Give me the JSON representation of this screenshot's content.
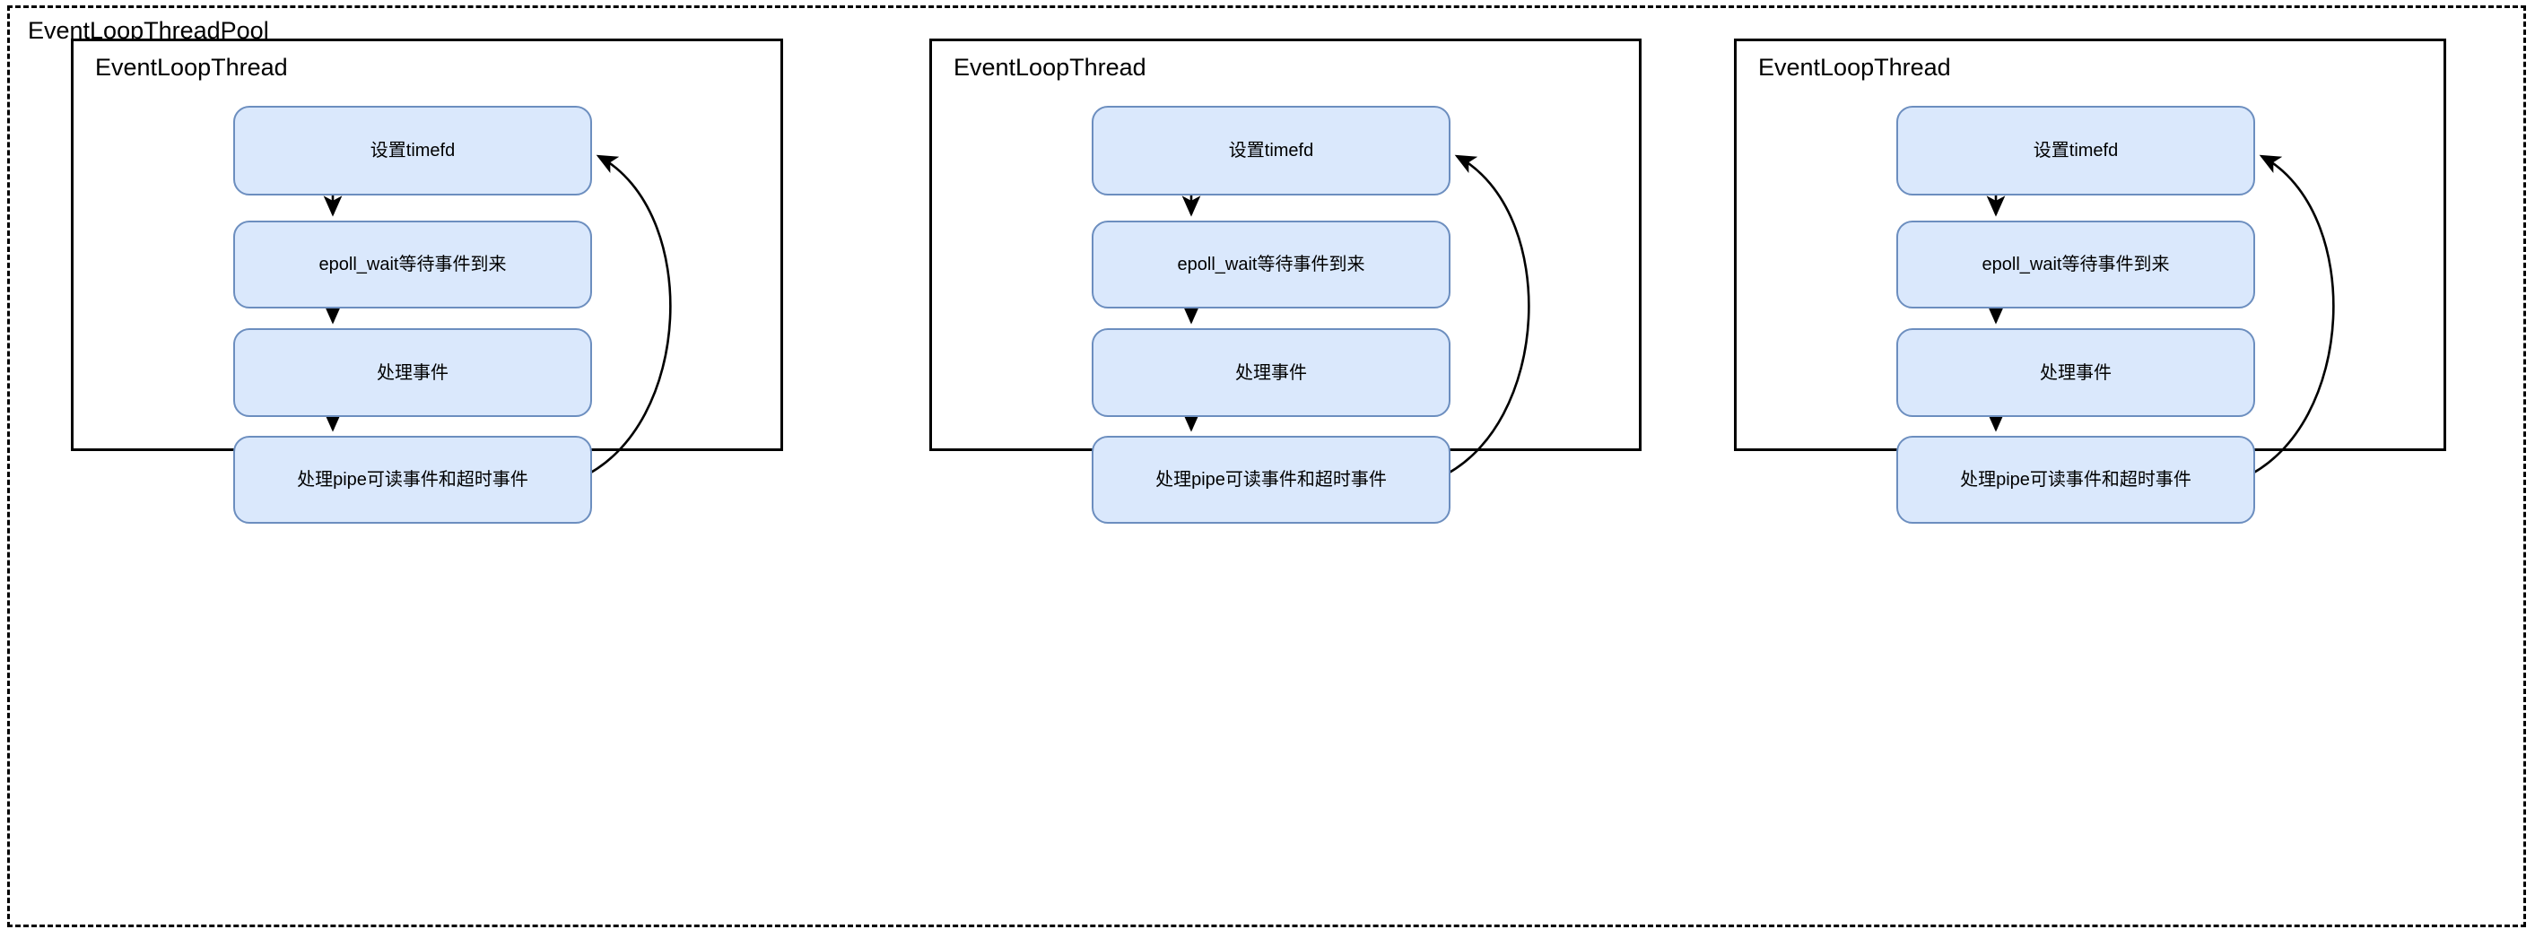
{
  "diagram": {
    "type": "flowchart",
    "pool": {
      "label": "EventLoopThreadPool",
      "border_style": "dashed",
      "border_color": "#000000",
      "background": "#ffffff"
    },
    "node_style": {
      "fill": "#dae8fc",
      "stroke": "#6c8ebf",
      "text_color": "#000000",
      "shape": "rounded-rectangle"
    },
    "edge_style": {
      "stroke": "#000000",
      "arrowhead": "filled-triangle"
    },
    "groups": [
      {
        "label": "EventLoopThread",
        "nodes": [
          {
            "id": "set-timerfd",
            "label": "设置timefd"
          },
          {
            "id": "epoll-wait",
            "label": "epoll_wait等待事件到来"
          },
          {
            "id": "handle-events",
            "label": "处理事件"
          },
          {
            "id": "handle-pipe-timeout",
            "label": "处理pipe可读事件和超时事件"
          }
        ],
        "edges": [
          {
            "from": "set-timerfd",
            "to": "epoll-wait",
            "kind": "straight"
          },
          {
            "from": "epoll-wait",
            "to": "handle-events",
            "kind": "straight"
          },
          {
            "from": "handle-events",
            "to": "handle-pipe-timeout",
            "kind": "straight"
          },
          {
            "from": "handle-pipe-timeout",
            "to": "set-timerfd",
            "kind": "curved-loopback"
          }
        ]
      },
      {
        "label": "EventLoopThread",
        "nodes": [
          {
            "id": "set-timerfd",
            "label": "设置timefd"
          },
          {
            "id": "epoll-wait",
            "label": "epoll_wait等待事件到来"
          },
          {
            "id": "handle-events",
            "label": "处理事件"
          },
          {
            "id": "handle-pipe-timeout",
            "label": "处理pipe可读事件和超时事件"
          }
        ],
        "edges": [
          {
            "from": "set-timerfd",
            "to": "epoll-wait",
            "kind": "straight"
          },
          {
            "from": "epoll-wait",
            "to": "handle-events",
            "kind": "straight"
          },
          {
            "from": "handle-events",
            "to": "handle-pipe-timeout",
            "kind": "straight"
          },
          {
            "from": "handle-pipe-timeout",
            "to": "set-timerfd",
            "kind": "curved-loopback"
          }
        ]
      },
      {
        "label": "EventLoopThread",
        "nodes": [
          {
            "id": "set-timerfd",
            "label": "设置timefd"
          },
          {
            "id": "epoll-wait",
            "label": "epoll_wait等待事件到来"
          },
          {
            "id": "handle-events",
            "label": "处理事件"
          },
          {
            "id": "handle-pipe-timeout",
            "label": "处理pipe可读事件和超时事件"
          }
        ],
        "edges": [
          {
            "from": "set-timerfd",
            "to": "epoll-wait",
            "kind": "straight"
          },
          {
            "from": "epoll-wait",
            "to": "handle-events",
            "kind": "straight"
          },
          {
            "from": "handle-events",
            "to": "handle-pipe-timeout",
            "kind": "straight"
          },
          {
            "from": "handle-pipe-timeout",
            "to": "set-timerfd",
            "kind": "curved-loopback"
          }
        ]
      }
    ]
  }
}
